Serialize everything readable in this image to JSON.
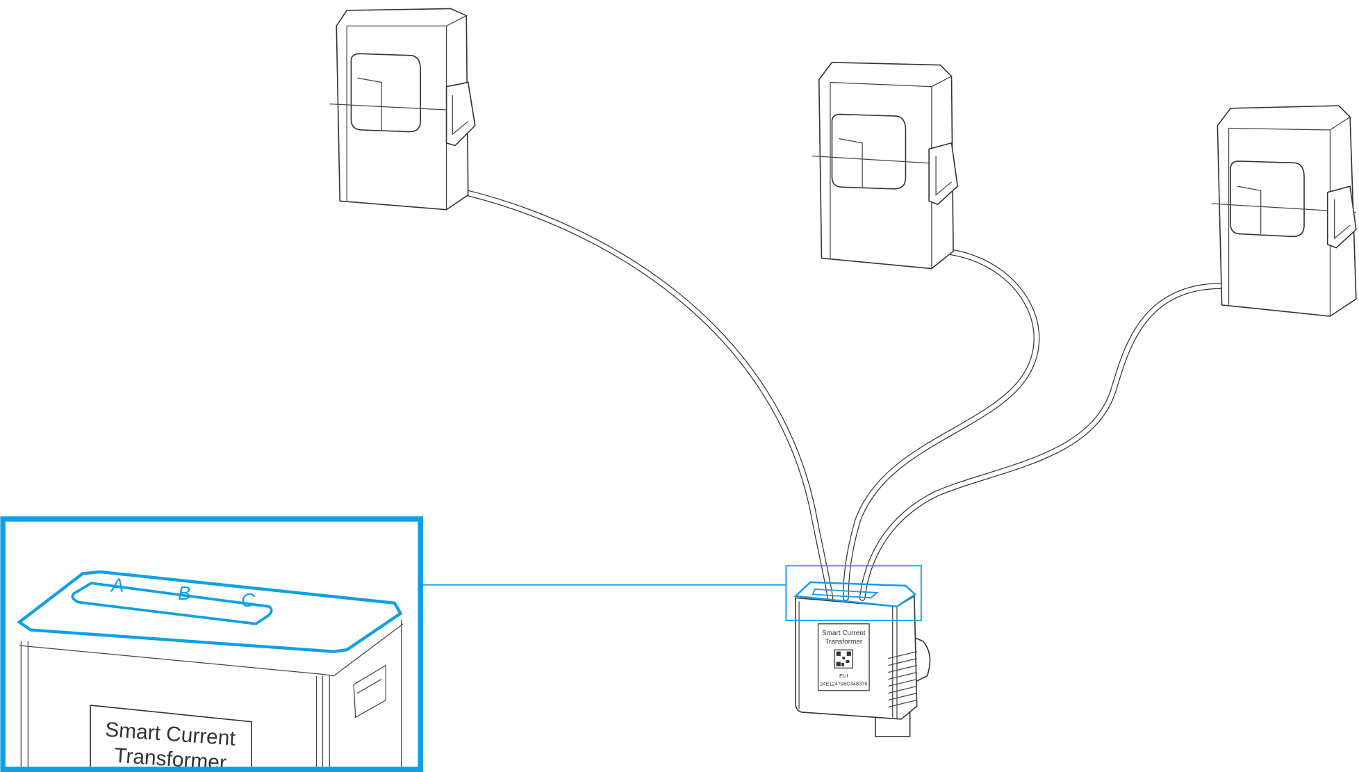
{
  "colors": {
    "accent": "#0ea0e4",
    "line": "#333333"
  },
  "device": {
    "label_line1": "Smart Current",
    "label_line2": "Transformer",
    "eui_label": "EUI",
    "eui_value": "24E124798C448375"
  },
  "inset": {
    "phase_a": "A",
    "phase_b": "B",
    "phase_c": "C",
    "label_line1": "Smart Current",
    "label_line2": "Transformer"
  }
}
